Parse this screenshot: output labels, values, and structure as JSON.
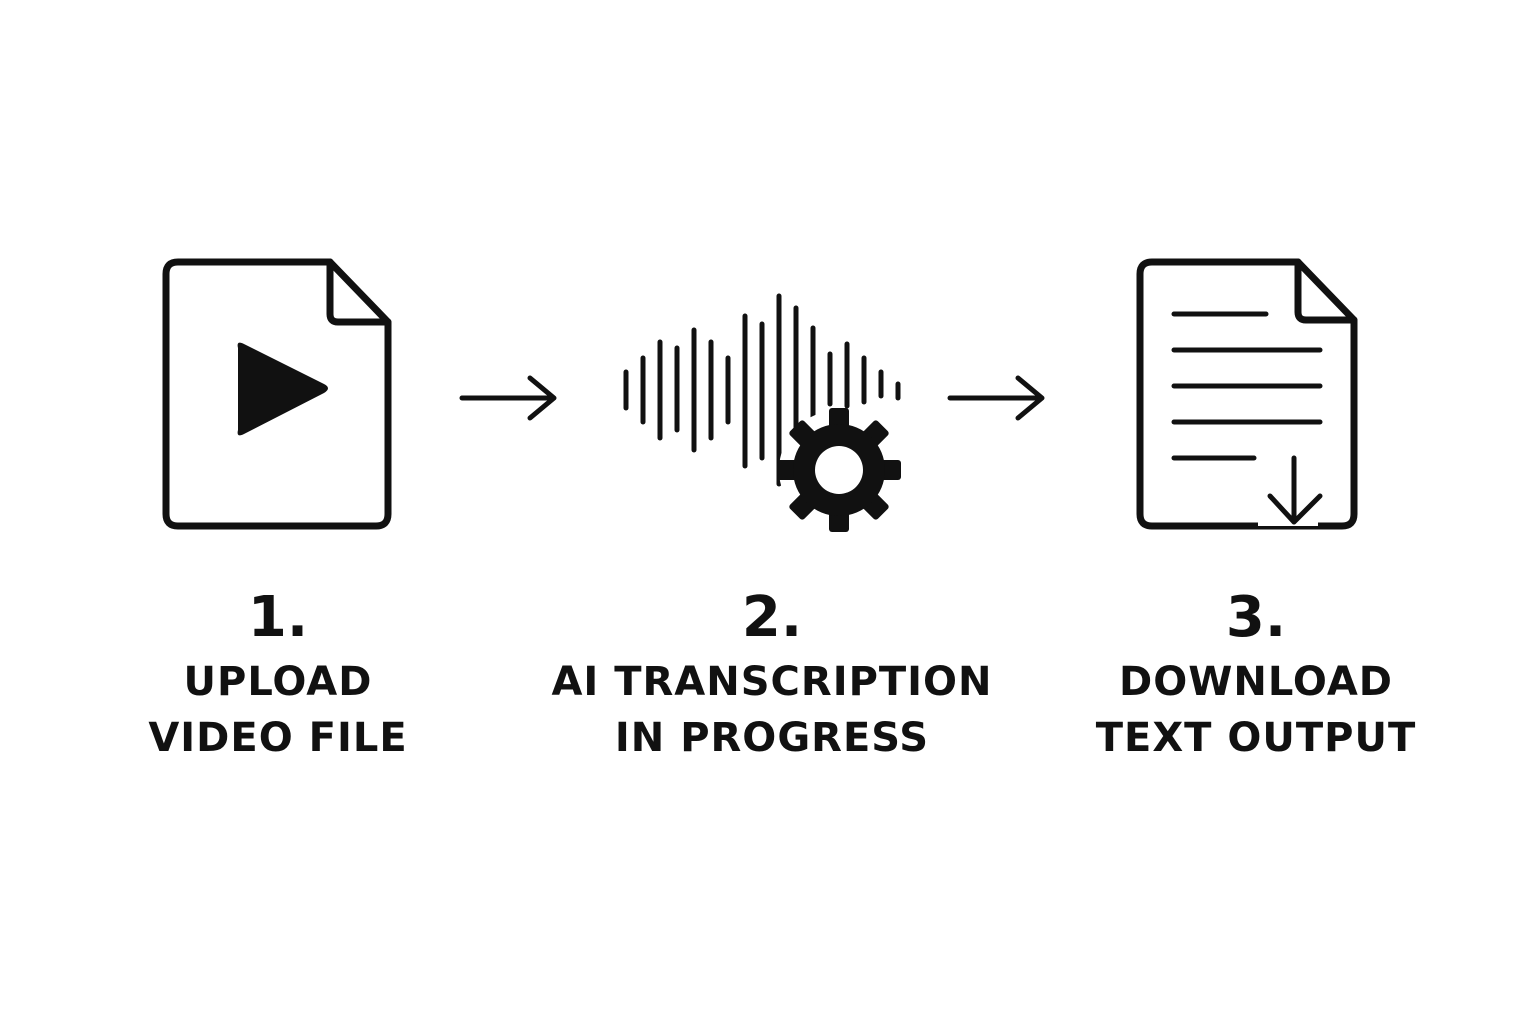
{
  "colors": {
    "foreground": "#111111",
    "background": "#ffffff"
  },
  "steps": [
    {
      "number": "1.",
      "title_line1": "UPLOAD",
      "title_line2": "VIDEO FILE",
      "icon": "video-file-icon"
    },
    {
      "number": "2.",
      "title_line1": "AI TRANSCRIPTION",
      "title_line2": "IN PROGRESS",
      "icon": "audio-waveform-gear-icon"
    },
    {
      "number": "3.",
      "title_line1": "DOWNLOAD",
      "title_line2": "TEXT OUTPUT",
      "icon": "text-document-download-icon"
    }
  ],
  "connectors": [
    {
      "from": "1",
      "to": "2",
      "icon": "arrow-right-icon"
    },
    {
      "from": "2",
      "to": "3",
      "icon": "arrow-right-icon"
    }
  ]
}
